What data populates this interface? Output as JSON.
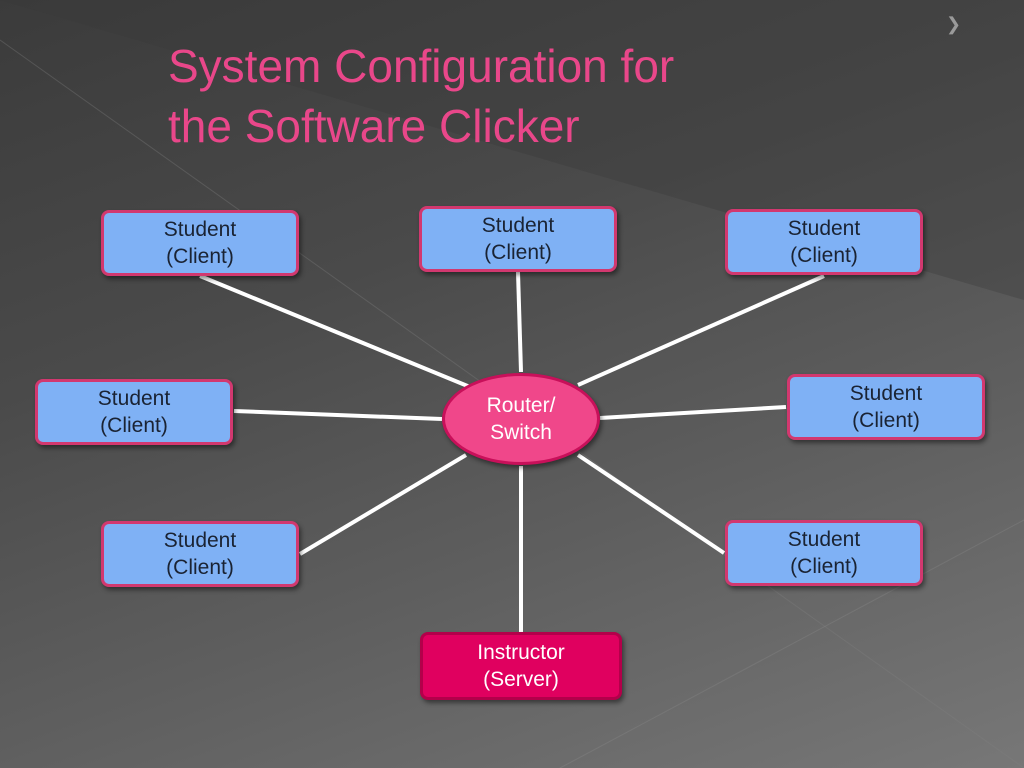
{
  "title": {
    "line1": "System Configuration for",
    "line2": "the Software Clicker"
  },
  "colors": {
    "title": "#e9478a",
    "client_fill": "#7fb1f5",
    "client_border": "#d2386f",
    "router_fill": "#f0478a",
    "server_fill": "#e0005f",
    "connector": "#ffffff"
  },
  "diagram": {
    "router": {
      "line1": "Router/",
      "line2": "Switch"
    },
    "server": {
      "line1": "Instructor",
      "line2": "(Server)"
    },
    "clients": [
      {
        "line1": "Student",
        "line2": "(Client)"
      },
      {
        "line1": "Student",
        "line2": "(Client)"
      },
      {
        "line1": "Student",
        "line2": "(Client)"
      },
      {
        "line1": "Student",
        "line2": "(Client)"
      },
      {
        "line1": "Student",
        "line2": "(Client)"
      },
      {
        "line1": "Student",
        "line2": "(Client)"
      },
      {
        "line1": "Student",
        "line2": "(Client)"
      }
    ]
  }
}
